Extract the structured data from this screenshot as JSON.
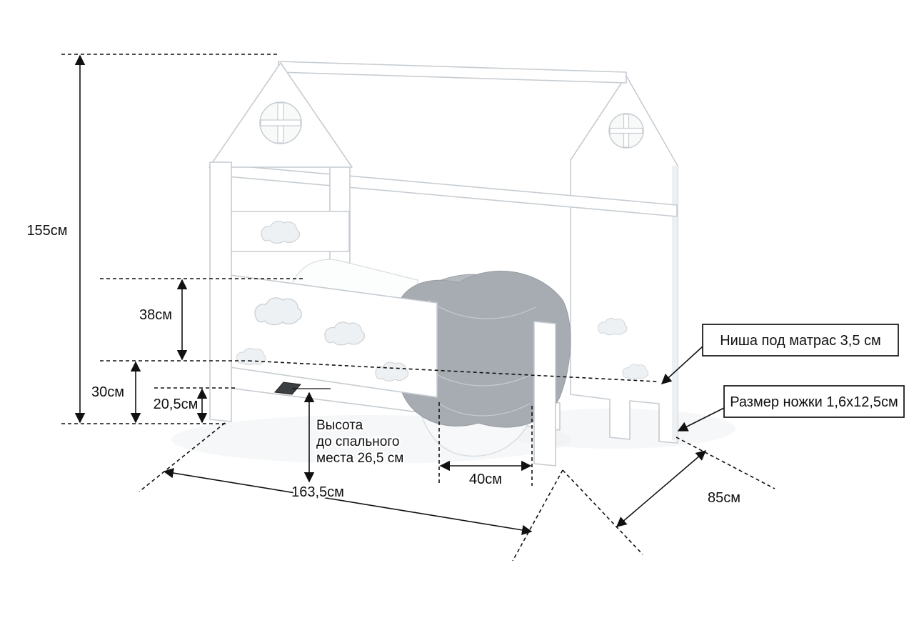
{
  "dimensions": {
    "total_height": "155см",
    "rail_height": "38см",
    "clearance_height": "30см",
    "base_height": "20,5см",
    "length": "163,5см",
    "opening_width": "40см",
    "depth": "85см"
  },
  "notes": {
    "sleep_height_lines": [
      "Высота",
      "до спального",
      "места 26,5 см"
    ]
  },
  "callouts": {
    "mattress_niche": "Ниша под матрас 3,5 см",
    "leg_size": "Размер ножки 1,6х12,5см"
  },
  "colors": {
    "annotation_line": "#111111",
    "bed_outline": "#c6ccd1",
    "bedding_grey": "#a6acb1",
    "background": "#ffffff"
  }
}
